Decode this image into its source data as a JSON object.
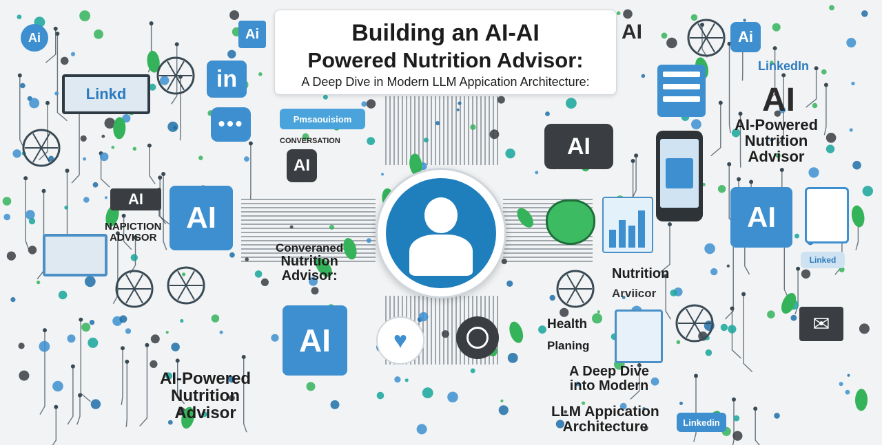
{
  "banner": {
    "line1": "Building an AI-AI",
    "line2": "Powered Nutrition Advisor:",
    "line3": "A Deep Dive in Modern LLM Appication Architecture:"
  },
  "labels": {
    "ai": "AI",
    "ai_small": "Ai",
    "in": "in",
    "linkedin_tl": "Linkd",
    "linkedin_tr": "LinkedIn",
    "linkedin_br": "Linkedin",
    "linked_small": "Linked",
    "pill_top": "Pmsaouisiom",
    "conversation": "CONVERSATION",
    "napiction_1": "NAPICTION",
    "napiction_2": "ADVISOR",
    "center_1": "Converaned",
    "center_2": "Nutrition",
    "center_3": "Advisor:",
    "right_1": "AI-Powered",
    "right_2": "Nutrition",
    "right_3": "Advisor",
    "nutrition": "Nutrition",
    "arviicor": "Arviicor",
    "health": "Health",
    "planing": "Planing",
    "deep_1": "A Deep Dive",
    "deep_2": "into Modern",
    "llm_1": "LLM Appication",
    "llm_2": "Architecture",
    "bl_1": "AI-Powered",
    "bl_2": "Nutrition",
    "bl_3": "Advisor"
  },
  "colors": {
    "blue": "#3d8fd0",
    "dark_blue": "#1f6fa8",
    "green": "#35b35a",
    "dark": "#3a3d42",
    "line": "#3a4a55",
    "teal": "#17a59a"
  },
  "icons": [
    "user-avatar-icon",
    "chat-bubble-icon",
    "leaf-icon",
    "apple-icon",
    "broccoli-icon",
    "pear-icon",
    "heart-icon",
    "wheel-icon",
    "envelope-icon",
    "phone-icon",
    "bar-chart-icon",
    "wifi-icon",
    "list-icon",
    "spoon-icon",
    "lime-icon",
    "chat-dots-icon"
  ]
}
